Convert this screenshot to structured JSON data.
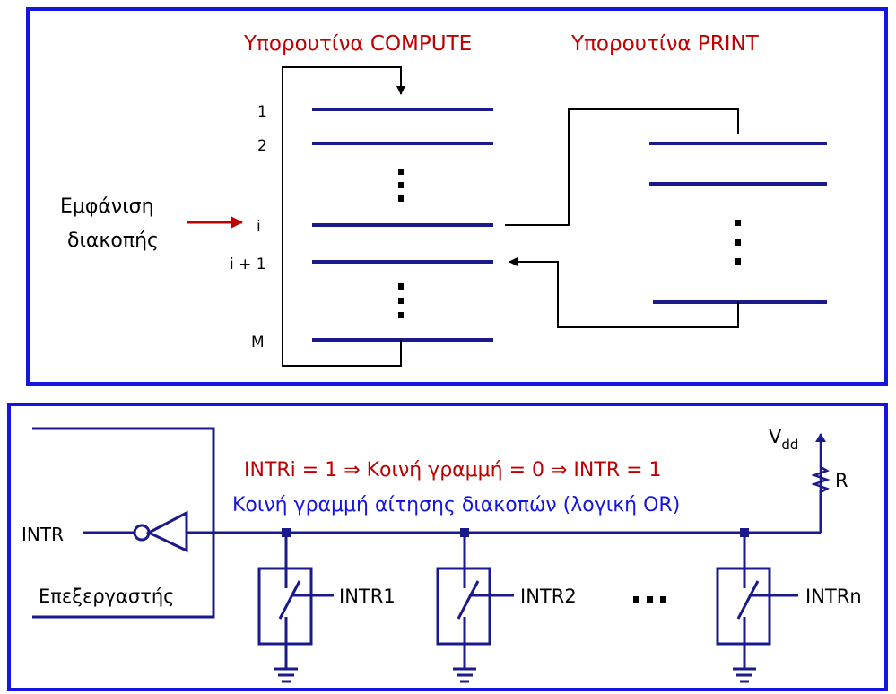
{
  "top_panel": {
    "compute_title": "Υπορουτίνα COMPUTE",
    "print_title": "Υπορουτίνα PRINT",
    "line_labels": [
      "1",
      "2",
      "i",
      "i + 1",
      "M"
    ],
    "interrupt_label_line1": "Εμφάνιση",
    "interrupt_label_line2": "διακοπής"
  },
  "bottom_panel": {
    "vdd_main": "V",
    "vdd_sub": "dd",
    "resistor_label": "R",
    "equation": "INTRi = 1 ⇒ Κοινή γραμμή = 0 ⇒ INTR = 1",
    "bus_label": "Κοινή γραμμή αίτησης διακοπών (λογική OR)",
    "intr_label": "INTR",
    "processor_label": "Επεξεργαστής",
    "switch_labels": [
      "INTR1",
      "INTR2",
      "INTRn"
    ],
    "ellipsis": "• • •"
  },
  "colors": {
    "panel_border": "#1515e0",
    "routine_line": "#1a1a8c",
    "title_red": "#c00000",
    "bus_text_blue": "#1515e0",
    "circuit_blue": "#1a1a8c"
  }
}
